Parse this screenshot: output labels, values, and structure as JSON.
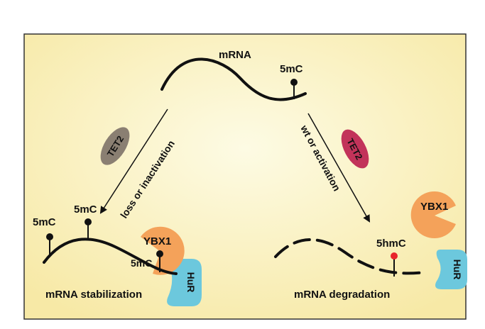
{
  "labels": {
    "mrna_top": "mRNA",
    "mark_top": "5mC",
    "mark_left_1": "5mC",
    "mark_left_2": "5mC",
    "mark_left_bound": "5mC",
    "mark_right": "5hmC",
    "ybx1_left": "YBX1",
    "ybx1_right": "YBX1",
    "hur_left": "HuR",
    "hur_right": "HuR",
    "tet2_left": "TET2",
    "tet2_right": "TET2",
    "arrow_left_text": "loss or inactivation",
    "arrow_right_text": "wt or activation",
    "caption_left": "mRNA stabilization",
    "caption_right": "mRNA degradation"
  },
  "colors": {
    "panel_center": "#fdfbe4",
    "panel_edge": "#f7e9a6",
    "panel_border": "#333333",
    "strand": "#111111",
    "ybx1": "#f4a25a",
    "hur": "#6cc8dd",
    "tet2_left": "#8a7f72",
    "tet2_right": "#c2335a",
    "hydroxy_mark": "#e8242c"
  }
}
